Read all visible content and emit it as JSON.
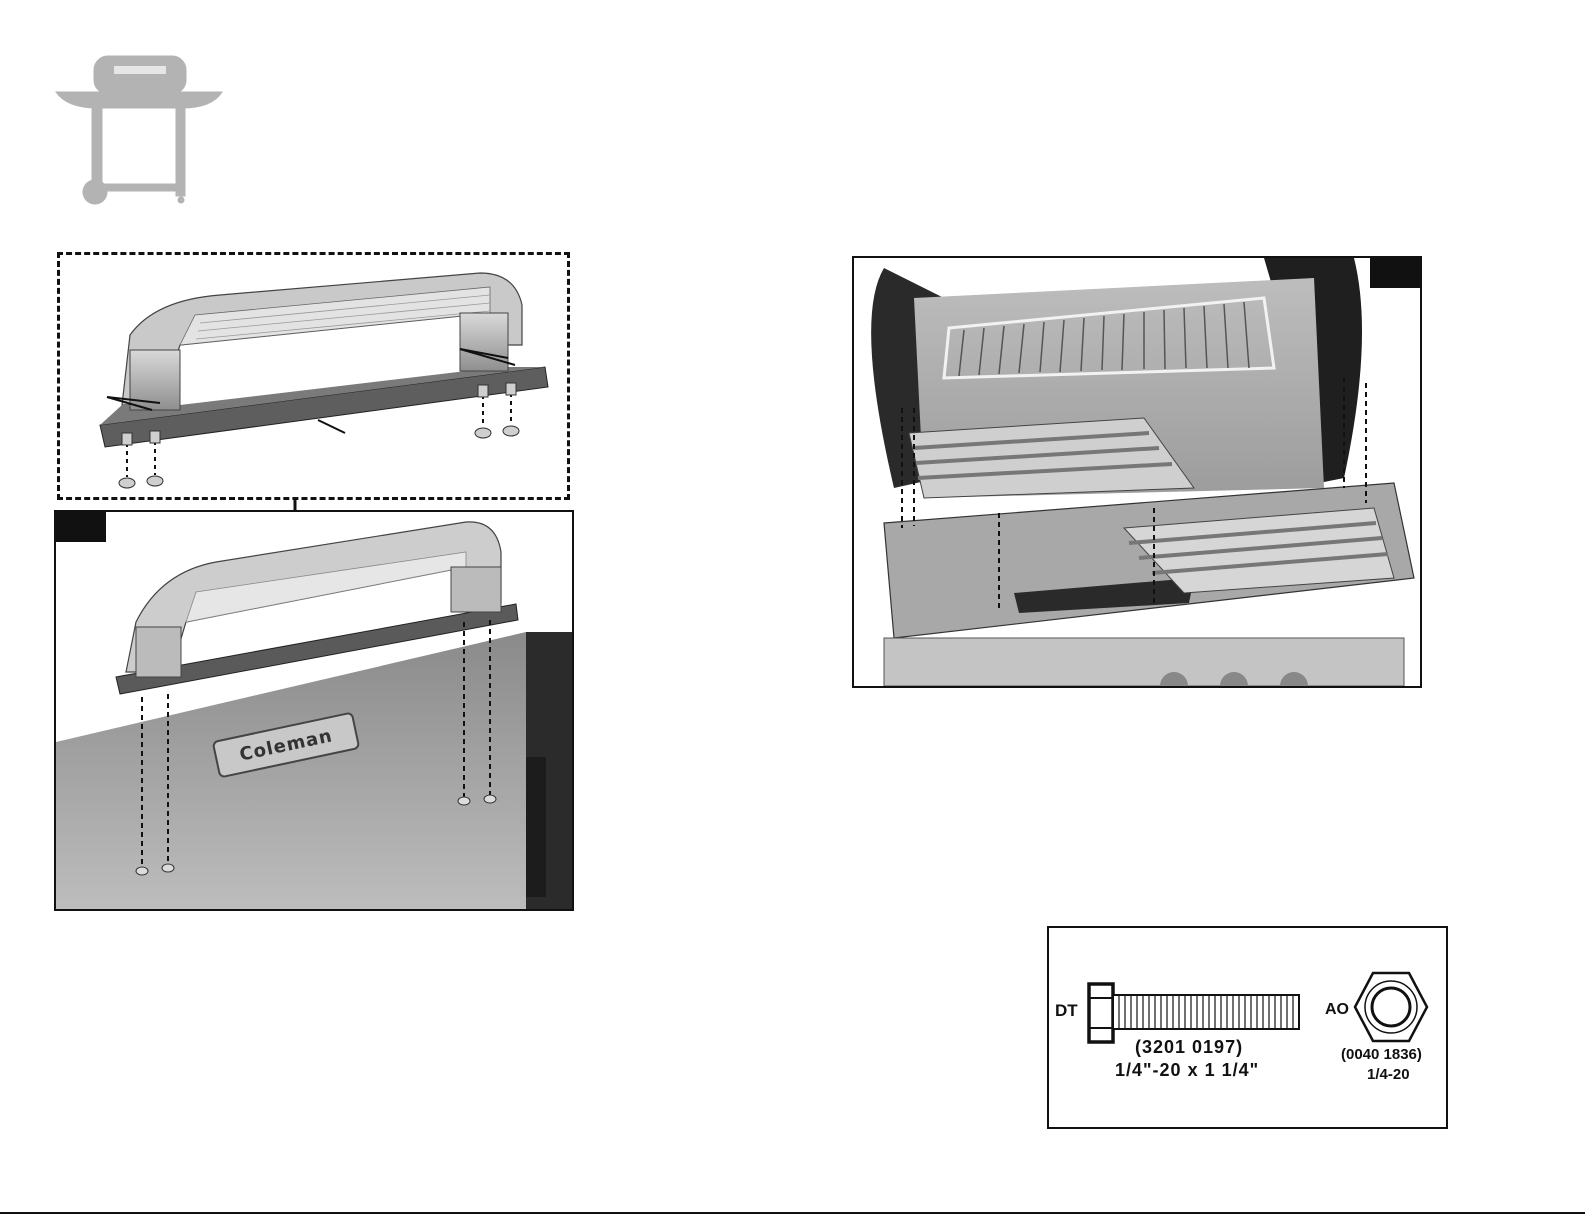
{
  "logo_text": "Coleman",
  "hardware": {
    "bolt": {
      "code": "DT",
      "part_number": "(3201 0197)",
      "size": "1/4\"-20 x 1 1/4\""
    },
    "nut": {
      "code": "AO",
      "part_number": "(0040 1836)",
      "size": "1/4-20"
    }
  }
}
